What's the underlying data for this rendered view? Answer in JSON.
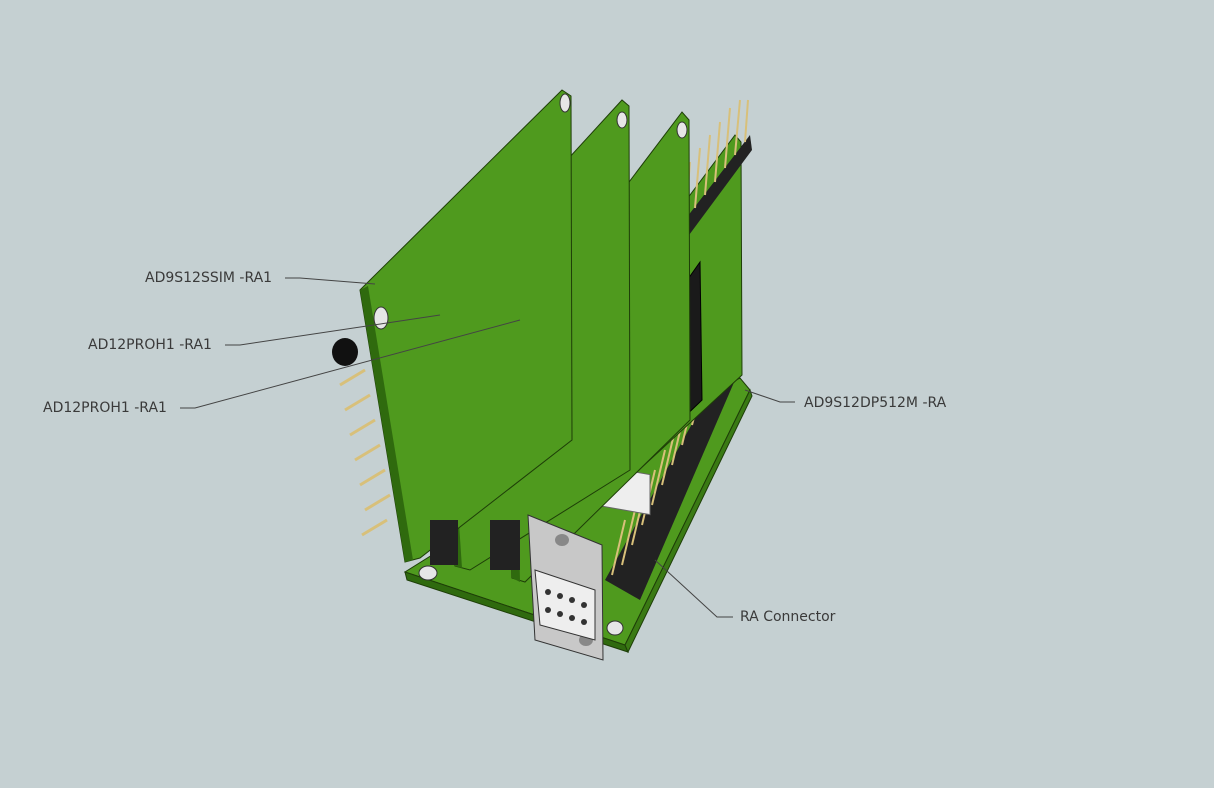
{
  "labels": {
    "ssim": "AD9S12SSIM -RA1",
    "proh1_a": "AD12PROH1 -RA1",
    "proh1_b": "AD12PROH1 -RA1",
    "dp512m": "AD9S12DP512M -RA",
    "ra_connector": "RA Connector"
  },
  "colors": {
    "background": "#c5d0d2",
    "pcb": "#4f9a1e",
    "pcb_edge": "#2f6a0e",
    "pin": "#d8c07a",
    "chip": "#1a1a1a"
  }
}
